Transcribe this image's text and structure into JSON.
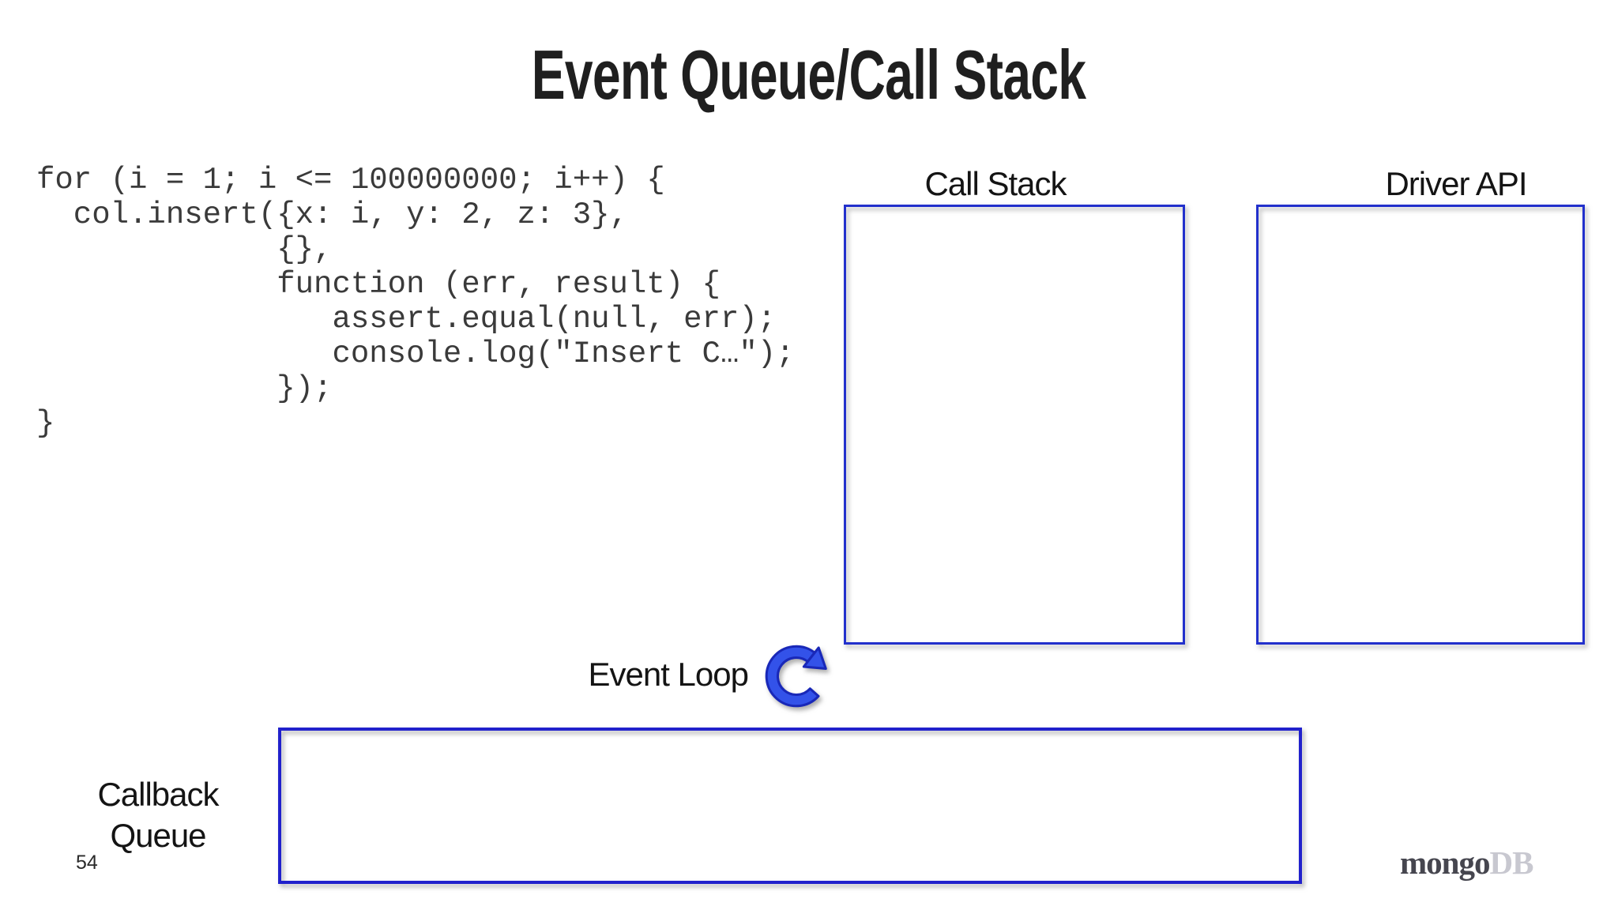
{
  "slide": {
    "title": "Event Queue/Call Stack",
    "page_number": "54",
    "background_color": "#ffffff",
    "logo": {
      "text_dark": "mongo",
      "text_light": "DB",
      "color_dark": "#46464f",
      "color_light": "#c8c8d0"
    }
  },
  "code_panel": {
    "text_color": "#3a3a3a",
    "lines": [
      "for (i = 1; i <= 100000000; i++) {",
      "  col.insert({x: i, y: 2, z: 3},",
      "             {},",
      "             function (err, result) {",
      "                assert.equal(null, err);",
      "                console.log(\"Insert C…\");",
      "             });",
      "}"
    ]
  },
  "diagram": {
    "call_stack": {
      "label": "Call Stack"
    },
    "driver_api": {
      "label": "Driver API"
    },
    "event_loop": {
      "label": "Event Loop",
      "icon": "clockwise-circular-arrow"
    },
    "callback_queue": {
      "label_line1": "Callback",
      "label_line2": "Queue"
    },
    "colors": {
      "box_border_blue": "#2230cc",
      "callback_border_blue": "#2121cc",
      "icon_fill": "#3352e9",
      "icon_outline": "#1928b8"
    }
  }
}
